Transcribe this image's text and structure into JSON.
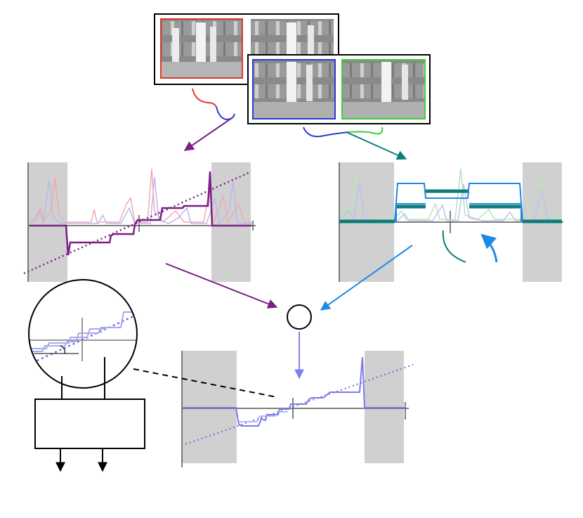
{
  "diagram": {
    "camera_frames": [
      {
        "id": "frame-left-top",
        "border_color": "#e0392b"
      },
      {
        "id": "frame-right-top",
        "border_color": "#555555"
      },
      {
        "id": "frame-left-bottom",
        "border_color": "#2a3bd6"
      },
      {
        "id": "frame-right-bottom",
        "border_color": "#3ccf3a"
      }
    ],
    "colors": {
      "purple": "#7b1f86",
      "teal": "#0c7d78",
      "blue": "#1f8ae6",
      "lavender": "#8080f0",
      "shade": "#d0d0d0",
      "axis": "#555555"
    },
    "nodes": [
      {
        "id": "fusion-node",
        "shape": "circle"
      },
      {
        "id": "processing-block",
        "shape": "rectangle"
      },
      {
        "id": "magnifier",
        "shape": "circle"
      }
    ]
  }
}
